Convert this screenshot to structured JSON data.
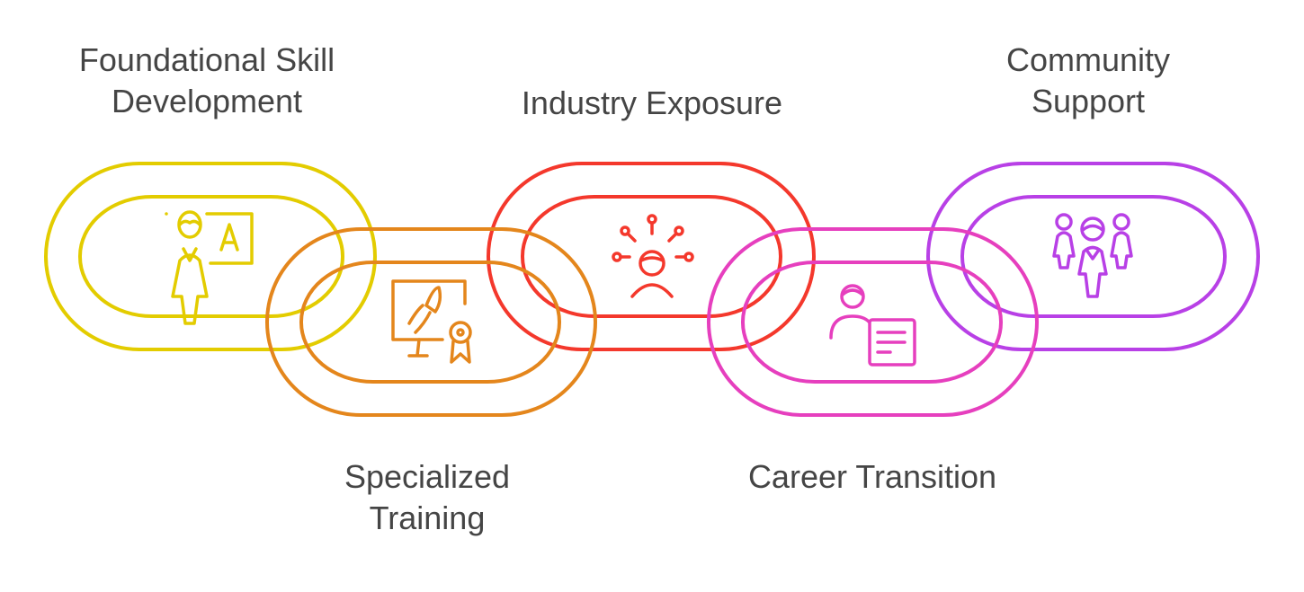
{
  "steps": [
    {
      "label": "Foundational Skill\nDevelopment",
      "icon": "teacher-board-icon",
      "color": "#E3CC00"
    },
    {
      "label": "Specialized\nTraining",
      "icon": "design-certificate-icon",
      "color": "#E4861C"
    },
    {
      "label": "Industry Exposure",
      "icon": "network-person-icon",
      "color": "#F4382C"
    },
    {
      "label": "Career Transition",
      "icon": "person-resume-icon",
      "color": "#E63FBE"
    },
    {
      "label": "Community\nSupport",
      "icon": "group-people-icon",
      "color": "#B840E6"
    }
  ]
}
